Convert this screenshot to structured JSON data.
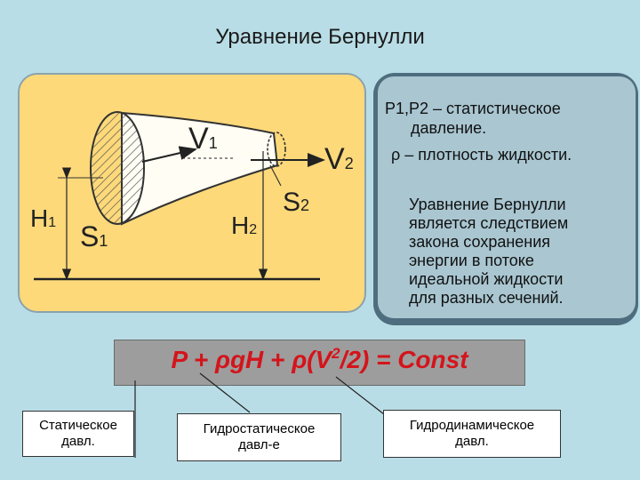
{
  "title": "Уравнение Бернулли",
  "diagram": {
    "v1": "V",
    "v1_sub": "1",
    "v2": "V",
    "v2_sub": "2",
    "s1": "S",
    "s1_sub": "1",
    "s2": "S",
    "s2_sub": "2",
    "h1": "H",
    "h1_sub": "1",
    "h2": "H",
    "h2_sub": "2"
  },
  "info": {
    "line1": "P1,P2 – статистическое",
    "line2": "давление.",
    "line3": "ρ – плотность жидкости.",
    "paragraph_lines": [
      "Уравнение Бернулли",
      "является следствием",
      "закона сохранения",
      "энергии в потоке",
      "идеальной жидкости",
      "для разных сечений."
    ]
  },
  "formula": {
    "before_sup": "P + ρgH + ρ(V",
    "sup": "2",
    "after_sup": "/2) = Const"
  },
  "captions": {
    "static": "Статическое давл.",
    "static_l1": "Статическое",
    "static_l2": "давл.",
    "hydrostatic_l1": "Гидростатическое",
    "hydrostatic_l2": "давл-е",
    "hydrodynamic_l1": "Гидродинамическое",
    "hydrodynamic_l2": "давл."
  },
  "colors": {
    "background": "#b9dde6",
    "diagram_panel": "#fdd97a",
    "info_panel": "#a9c6d1",
    "formula_bar": "#9d9d9d",
    "formula_text": "#d4141b"
  }
}
